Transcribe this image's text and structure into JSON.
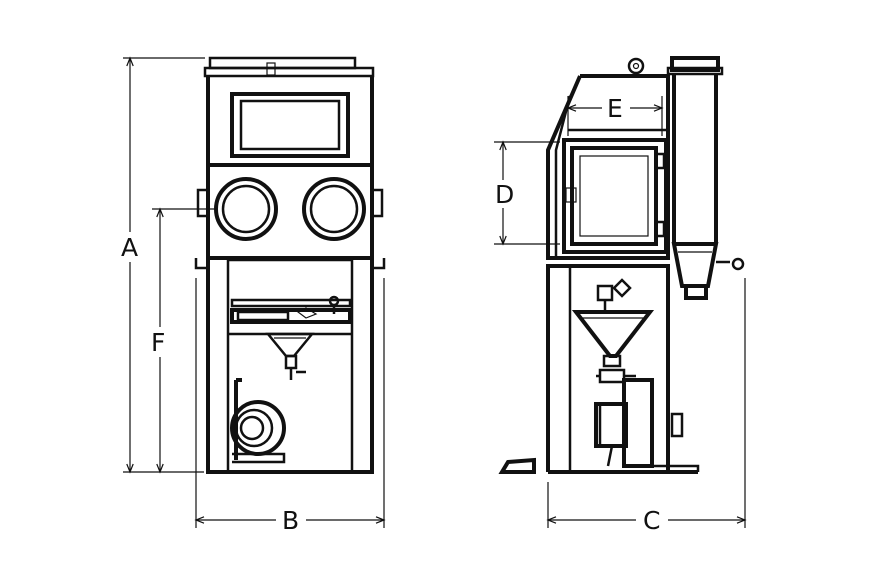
{
  "dimensions": {
    "A": "A",
    "B": "B",
    "C": "C",
    "D": "D",
    "E": "E",
    "F": "F"
  },
  "colors": {
    "line": "#111111",
    "background": "#ffffff"
  }
}
